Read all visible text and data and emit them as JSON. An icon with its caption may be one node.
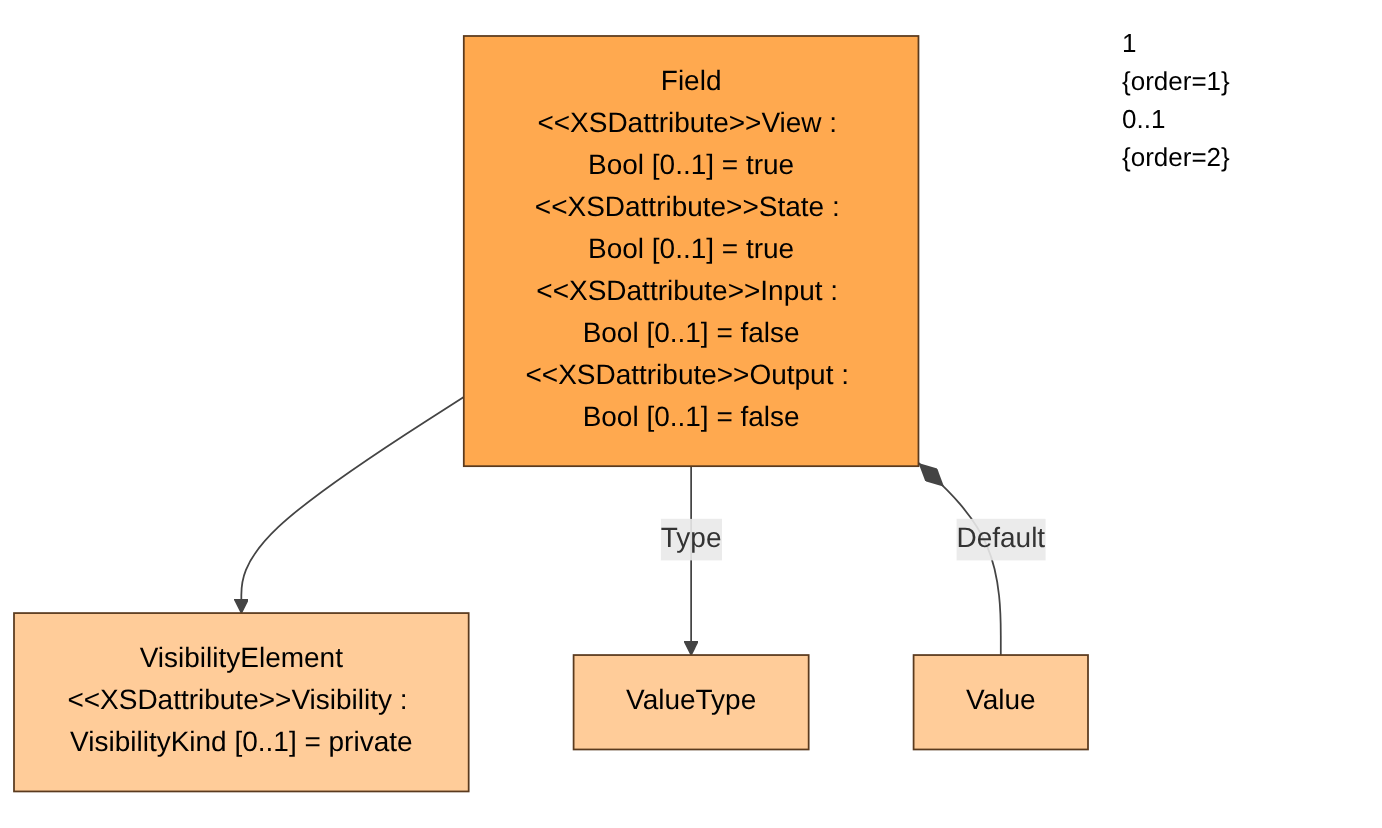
{
  "diagram": {
    "nodes": [
      {
        "text": [
          "VisibilityElement",
          "<<XSDattribute>>Visibility : VisibilityKind [0..1] = private"
        ]
      },
      {
        "text": [
          "Field",
          "<<XSDattribute>>View : Bool [0..1] = true",
          "<<XSDattribute>>State : Bool [0..1] = true",
          "<<XSDattribute>>Input : Bool [0..1] = false",
          "<<XSDattribute>>Output : Bool [0..1] = false"
        ]
      },
      {
        "text": [
          "ValueType"
        ]
      },
      {
        "text": [
          "Value"
        ]
      }
    ],
    "edges": [
      {
        "from": 1,
        "to": 0,
        "arrow": "to"
      },
      {
        "from": 1,
        "to": 2,
        "arrow": "to",
        "label": "Type"
      },
      {
        "from": 1,
        "to": 3,
        "arrow": "other",
        "label": "Default"
      }
    ],
    "labels": [
      "1",
      "{order=1}",
      "0..1",
      "{order=2}"
    ]
  }
}
